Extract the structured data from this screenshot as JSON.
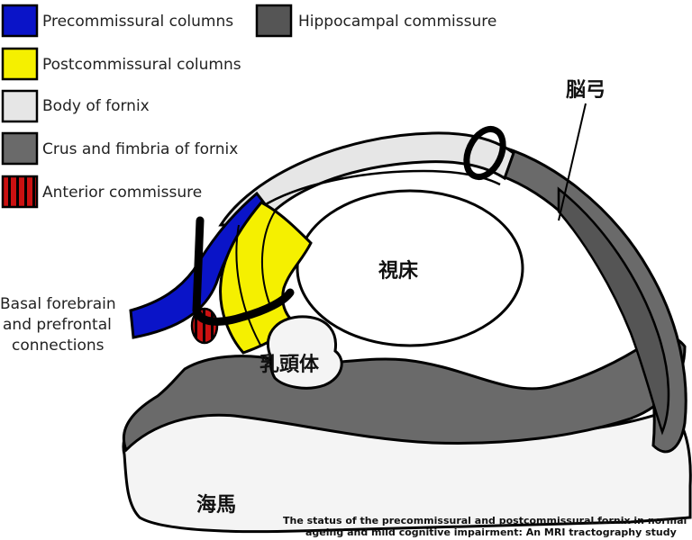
{
  "colors": {
    "precommissural": "#0a14c8",
    "postcommissural": "#f5f000",
    "body": "#e6e6e6",
    "crus": "#6a6a6a",
    "hippocampal_commissure": "#555555",
    "anterior_commissure_red": "#cc1111",
    "outline": "#000000"
  },
  "legend": [
    {
      "label": "Precommissural columns",
      "swatch": "precommissural"
    },
    {
      "label": "Postcommissural columns",
      "swatch": "postcommissural"
    },
    {
      "label": "Body of fornix",
      "swatch": "body"
    },
    {
      "label": "Crus and fimbria of fornix",
      "swatch": "crus"
    },
    {
      "label": "Anterior commissure",
      "swatch": "anterior"
    },
    {
      "label": "Hippocampal commissure",
      "swatch": "hippocampal_commissure"
    }
  ],
  "labels": {
    "fornix": "脳弓",
    "thalamus": "視床",
    "mammillary_body": "乳頭体",
    "hippocampus": "海馬",
    "basal_line1": "Basal forebrain",
    "basal_line2": "and prefrontal",
    "basal_line3": "connections"
  },
  "caption": {
    "line1": "The status of the precommissural and postcommissural fornix in normal",
    "line2": "ageing and mild cognitive impairment: An MRI tractography study"
  }
}
